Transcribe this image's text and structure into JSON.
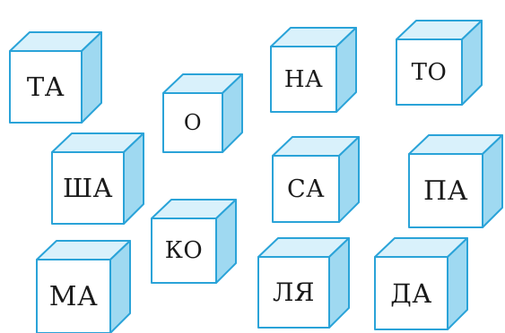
{
  "colors": {
    "front": "#ffffff",
    "top": "#d9f1fb",
    "side": "#9fd9f1",
    "edge": "#2aa3d8",
    "text": "#1a1a1a"
  },
  "cubes": [
    {
      "label": "ТА"
    },
    {
      "label": "О"
    },
    {
      "label": "НА"
    },
    {
      "label": "ТО"
    },
    {
      "label": "ША"
    },
    {
      "label": "СА"
    },
    {
      "label": "ПА"
    },
    {
      "label": "КО"
    },
    {
      "label": "МА"
    },
    {
      "label": "ЛЯ"
    },
    {
      "label": "ДА"
    }
  ]
}
